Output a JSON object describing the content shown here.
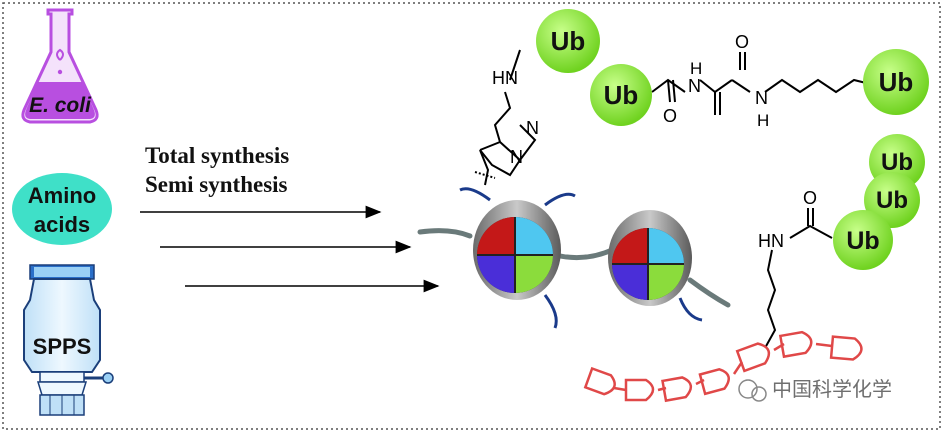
{
  "sources": {
    "ecoli": "E. coli",
    "amino_line1": "Amino",
    "amino_line2": "acids",
    "spps": "SPPS"
  },
  "arrows": {
    "line1": "Total synthesis",
    "line2": "Semi synthesis"
  },
  "ub": "Ub",
  "atoms": {
    "hn": "HN",
    "n": "N",
    "h": "H",
    "o": "O"
  },
  "watermark": "中国科学化学",
  "colors": {
    "flask": "#b84fe0",
    "amino_bg": "#3fe0c8",
    "ub_green": "#8ee63a",
    "red_quad": "#c41818",
    "blue_quad": "#4fc7f0",
    "purple_quad": "#4a2ed8",
    "green_quad": "#8bdc3c",
    "chain": "#e04848",
    "tail": "#1a3a8a"
  }
}
